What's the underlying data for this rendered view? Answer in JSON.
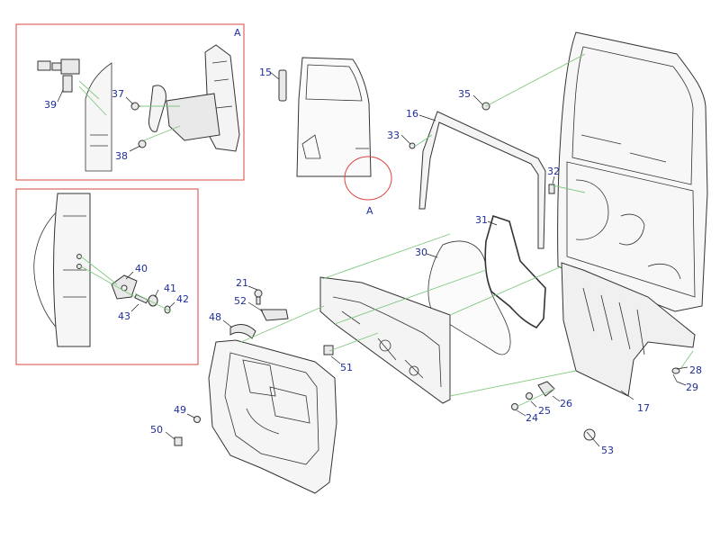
{
  "callouts": {
    "c15": "15",
    "c16": "16",
    "c17": "17",
    "c21": "21",
    "c24": "24",
    "c25": "25",
    "c26": "26",
    "c28": "28",
    "c29": "29",
    "c30": "30",
    "c31": "31",
    "c32": "32",
    "c33": "33",
    "c35": "35",
    "c37": "37",
    "c38": "38",
    "c39": "39",
    "c40": "40",
    "c41": "41",
    "c42": "42",
    "c43": "43",
    "c48": "48",
    "c49": "49",
    "c50": "50",
    "c51": "51",
    "c52": "52",
    "c53": "53"
  },
  "detail_a": {
    "label": "A"
  },
  "marker": {
    "label": "A"
  },
  "colors": {
    "callout": "#1f2f9a",
    "detail_border": "#d9453f",
    "guide": "#7ec87e",
    "line": "#333333"
  }
}
